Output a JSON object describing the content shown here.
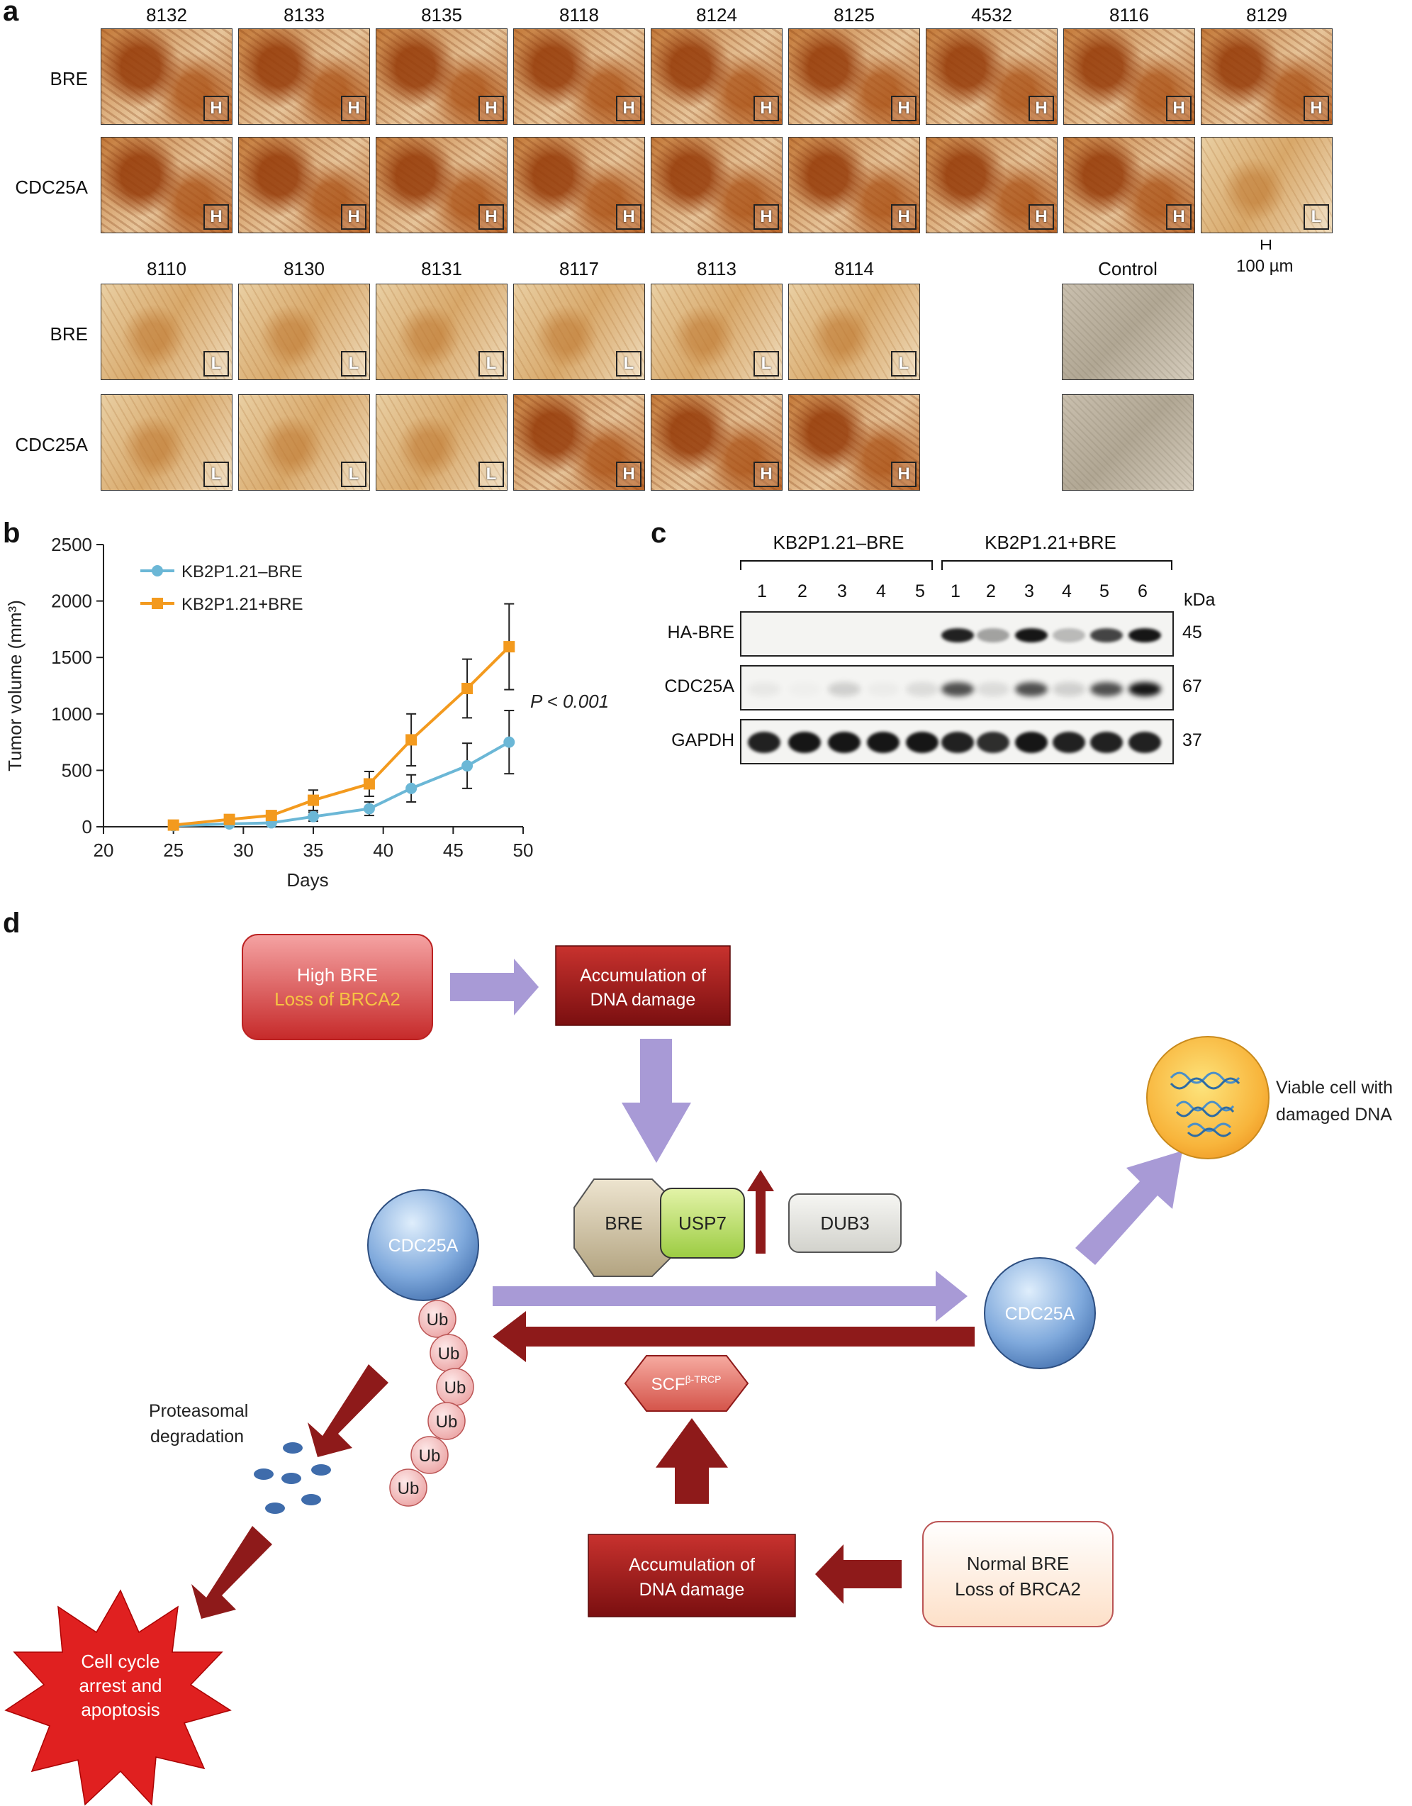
{
  "panel_a": {
    "letter": "a",
    "row_labels": [
      "BRE",
      "CDC25A"
    ],
    "top_samples": [
      {
        "id": "8132",
        "bre": "H",
        "cdc": "H"
      },
      {
        "id": "8133",
        "bre": "H",
        "cdc": "H"
      },
      {
        "id": "8135",
        "bre": "H",
        "cdc": "H"
      },
      {
        "id": "8118",
        "bre": "H",
        "cdc": "H"
      },
      {
        "id": "8124",
        "bre": "H",
        "cdc": "H"
      },
      {
        "id": "8125",
        "bre": "H",
        "cdc": "H"
      },
      {
        "id": "4532",
        "bre": "H",
        "cdc": "H"
      },
      {
        "id": "8116",
        "bre": "H",
        "cdc": "H"
      },
      {
        "id": "8129",
        "bre": "H",
        "cdc": "L"
      }
    ],
    "bottom_samples": [
      {
        "id": "8110",
        "bre": "L",
        "cdc": "L"
      },
      {
        "id": "8130",
        "bre": "L",
        "cdc": "L"
      },
      {
        "id": "8131",
        "bre": "L",
        "cdc": "L"
      },
      {
        "id": "8117",
        "bre": "L",
        "cdc": "H"
      },
      {
        "id": "8113",
        "bre": "L",
        "cdc": "H"
      },
      {
        "id": "8114",
        "bre": "L",
        "cdc": "H"
      }
    ],
    "control_label": "Control",
    "scale_bar": "100 µm"
  },
  "panel_b": {
    "letter": "b",
    "p_value": "P < 0.001",
    "chart_data": {
      "type": "line",
      "xlabel": "Days",
      "ylabel": "Tumor volume (mm³)",
      "xlim": [
        20,
        50
      ],
      "ylim": [
        0,
        2500
      ],
      "xticks": [
        20,
        25,
        30,
        35,
        40,
        45,
        50
      ],
      "yticks": [
        0,
        500,
        1000,
        1500,
        2000,
        2500
      ],
      "legend_position": "top-left",
      "x": [
        25,
        29,
        32,
        35,
        39,
        42,
        46,
        49
      ],
      "series": [
        {
          "name": "KB2P1.21–BRE",
          "color": "#6bb7d6",
          "marker": "circle",
          "values": [
            10,
            25,
            35,
            90,
            160,
            340,
            540,
            750
          ],
          "errors": [
            10,
            15,
            20,
            40,
            60,
            120,
            200,
            280
          ]
        },
        {
          "name": "KB2P1.21+BRE",
          "color": "#f39a1e",
          "marker": "square",
          "values": [
            15,
            65,
            100,
            235,
            380,
            770,
            1225,
            1595
          ],
          "errors": [
            10,
            20,
            30,
            90,
            110,
            230,
            260,
            380
          ]
        }
      ]
    }
  },
  "panel_c": {
    "letter": "c",
    "group1": "KB2P1.21–BRE",
    "group2": "KB2P1.21+BRE",
    "lanes": [
      "1",
      "2",
      "3",
      "4",
      "5",
      "1",
      "2",
      "3",
      "4",
      "5",
      "6"
    ],
    "kda_label": "kDa",
    "blots": [
      {
        "label": "HA-BRE",
        "kda": "45"
      },
      {
        "label": "CDC25A",
        "kda": "67"
      },
      {
        "label": "GAPDH",
        "kda": "37"
      }
    ]
  },
  "panel_d": {
    "letter": "d",
    "high_bre": "High BRE",
    "loss_brca2_top": "Loss of BRCA2",
    "accum_top_1": "Accumulation of",
    "accum_top_2": "DNA damage",
    "bre": "BRE",
    "usp7": "USP7",
    "dub3": "DUB3",
    "cdc25a_left": "CDC25A",
    "cdc25a_right": "CDC25A",
    "ub": "Ub",
    "scf": "SCF",
    "scf_sup": "β-TRCP",
    "viable_1": "Viable cell with",
    "viable_2": "damaged DNA",
    "proteasomal_1": "Proteasomal",
    "proteasomal_2": "degradation",
    "arrest_1": "Cell cycle",
    "arrest_2": "arrest and",
    "arrest_3": "apoptosis",
    "accum_bottom_1": "Accumulation of",
    "accum_bottom_2": "DNA damage",
    "normal_bre": "Normal BRE",
    "loss_brca2_bottom": "Loss of BRCA2",
    "colors": {
      "lavender": "#a89ad6",
      "darkred": "#8e1a1a",
      "orange_text": "#f6c343"
    }
  }
}
